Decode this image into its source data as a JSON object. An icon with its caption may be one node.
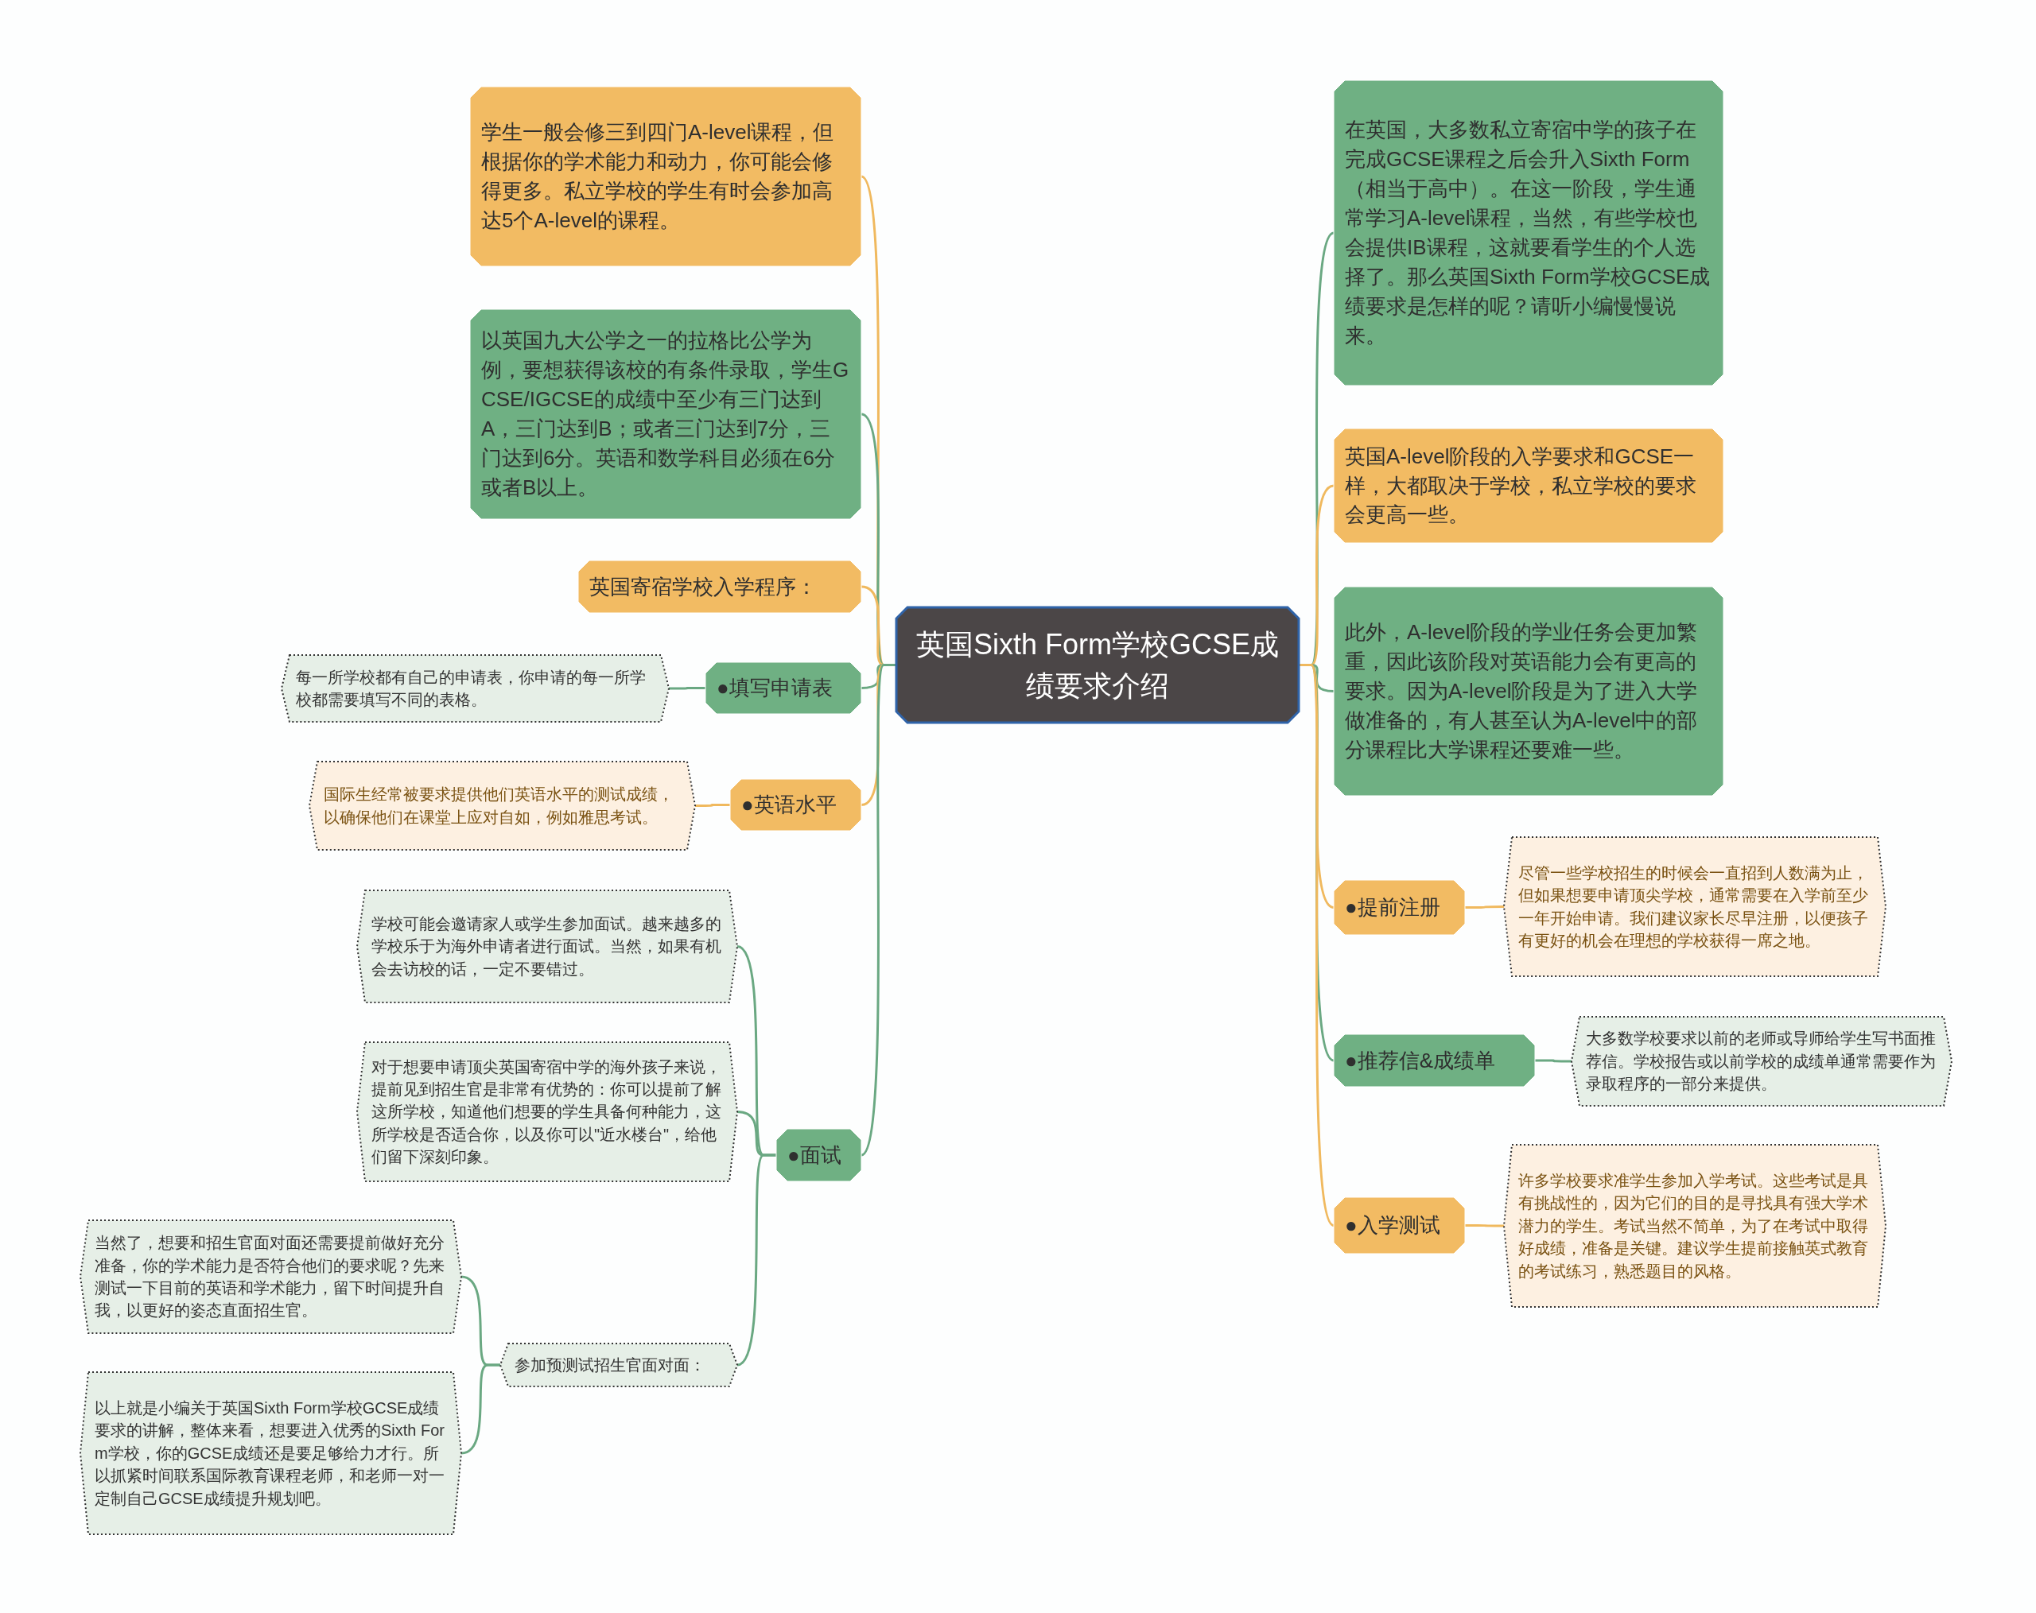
{
  "diagram": {
    "nodes": [
      {
        "text": [
          "英国Sixth Form学校GCSE成绩要求介绍"
        ]
      },
      {
        "text": [
          "学生一般会修三到四门A-level课程，但根据你的学术能力和动力，你可能会修得更多。私立学校的学生有时会参加高达5个A-level的课程。"
        ]
      },
      {
        "text": [
          "以英国九大公学之一的拉格比公学为例，要想获得该校的有条件录取，学生GCSE/IGCSE的成绩中至少有三门达到A，三门达到B；或者三门达到7分，三门达到6分。英语和数学科目必须在6分或者B以上。"
        ]
      },
      {
        "text": [
          "英国寄宿学校入学程序："
        ]
      },
      {
        "text": [
          "●填写申请表"
        ]
      },
      {
        "text": [
          "每一所学校都有自己的申请表，你申请的每一所学校都需要填写不同的表格。"
        ]
      },
      {
        "text": [
          "●英语水平"
        ]
      },
      {
        "text": [
          "国际生经常被要求提供他们英语水平的测试成绩，以确保他们在课堂上应对自如，例如雅思考试。"
        ]
      },
      {
        "text": [
          "●面试"
        ]
      },
      {
        "text": [
          "学校可能会邀请家人或学生参加面试。越来越多的学校乐于为海外申请者进行面试。当然，如果有机会去访校的话，一定不要错过。"
        ]
      },
      {
        "text": [
          "对于想要申请顶尖英国寄宿中学的海外孩子来说，提前见到招生官是非常有优势的：你可以提前了解这所学校，知道他们想要的学生具备何种能力，这所学校是否适合你，以及你可以\"近水楼台\"，给他们留下深刻印象。"
        ]
      },
      {
        "text": [
          "参加预测试招生官面对面："
        ]
      },
      {
        "text": [
          "当然了，想要和招生官面对面还需要提前做好充分准备，你的学术能力是否符合他们的要求呢？先来测试一下目前的英语和学术能力，留下时间提升自我，以更好的姿态直面招生官。"
        ]
      },
      {
        "text": [
          "以上就是小编关于英国Sixth Form学校GCSE成绩要求的讲解，整体来看，想要进入优秀的Sixth Form学校，你的GCSE成绩还是要足够给力才行。所以抓紧时间联系国际教育课程老师，和老师一对一定制自己GCSE成绩提升规划吧。"
        ]
      },
      {
        "text": [
          "在英国，大多数私立寄宿中学的孩子在完成GCSE课程之后会升入Sixth Form（相当于高中）。在这一阶段，学生通常学习A-level课程，当然，有些学校也会提供IB课程，这就要看学生的个人选择了。那么英国Sixth Form学校GCSE成绩要求是怎样的呢？请听小编慢慢说来。"
        ]
      },
      {
        "text": [
          "英国A-level阶段的入学要求和GCSE一样，大都取决于学校，私立学校的要求会更高一些。"
        ]
      },
      {
        "text": [
          "此外，A-level阶段的学业任务会更加繁重，因此该阶段对英语能力会有更高的要求。因为A-level阶段是为了进入大学做准备的，有人甚至认为A-level中的部分课程比大学课程还要难一些。"
        ]
      },
      {
        "text": [
          "●提前注册"
        ]
      },
      {
        "text": [
          "尽管一些学校招生的时候会一直招到人数满为止，但如果想要申请顶尖学校，通常需要在入学前至少一年开始申请。我们建议家长尽早注册，以便孩子有更好的机会在理想的学校获得一席之地。"
        ]
      },
      {
        "text": [
          "●推荐信&成绩单"
        ]
      },
      {
        "text": [
          "大多数学校要求以前的老师或导师给学生写书面推荐信。学校报告或以前学校的成绩单通常需要作为录取程序的一部分来提供。"
        ]
      },
      {
        "text": [
          "●入学测试"
        ]
      },
      {
        "text": [
          "许多学校要求准学生参加入学考试。这些考试是具有挑战性的，因为它们的目的是寻找具有强大学术潜力的学生。考试当然不简单，为了在考试中取得好成绩，准备是关键。建议学生提前接触英式教育的考试练习，熟悉题目的风格。"
        ]
      }
    ],
    "edges": [
      {
        "from": 0,
        "to": 1,
        "arrow": "none",
        "color": "#f0b95e"
      },
      {
        "from": 0,
        "to": 2,
        "arrow": "none"
      },
      {
        "from": 0,
        "to": 3,
        "arrow": "none",
        "color": "#f0b95e"
      },
      {
        "from": 0,
        "to": 4,
        "arrow": "none"
      },
      {
        "from": 4,
        "to": 5,
        "arrow": "none"
      },
      {
        "from": 0,
        "to": 6,
        "arrow": "none",
        "color": "#f0b95e"
      },
      {
        "from": 6,
        "to": 7,
        "arrow": "none",
        "color": "#f0b95e"
      },
      {
        "from": 0,
        "to": 8,
        "arrow": "none"
      },
      {
        "from": 8,
        "to": 9,
        "arrow": "none"
      },
      {
        "from": 8,
        "to": 10,
        "arrow": "none"
      },
      {
        "from": 8,
        "to": 11,
        "arrow": "none"
      },
      {
        "from": 11,
        "to": 12,
        "arrow": "none"
      },
      {
        "from": 11,
        "to": 13,
        "arrow": "none"
      },
      {
        "from": 0,
        "to": 14,
        "arrow": "none"
      },
      {
        "from": 0,
        "to": 15,
        "arrow": "none",
        "color": "#f0b95e"
      },
      {
        "from": 0,
        "to": 16,
        "arrow": "none"
      },
      {
        "from": 0,
        "to": 17,
        "arrow": "none",
        "color": "#f0b95e"
      },
      {
        "from": 17,
        "to": 18,
        "arrow": "none",
        "color": "#f0b95e"
      },
      {
        "from": 0,
        "to": 19,
        "arrow": "none"
      },
      {
        "from": 19,
        "to": 20,
        "arrow": "none"
      },
      {
        "from": 0,
        "to": 21,
        "arrow": "none",
        "color": "#f0b95e"
      },
      {
        "from": 21,
        "to": 22,
        "arrow": "none",
        "color": "#f0b95e"
      }
    ]
  }
}
